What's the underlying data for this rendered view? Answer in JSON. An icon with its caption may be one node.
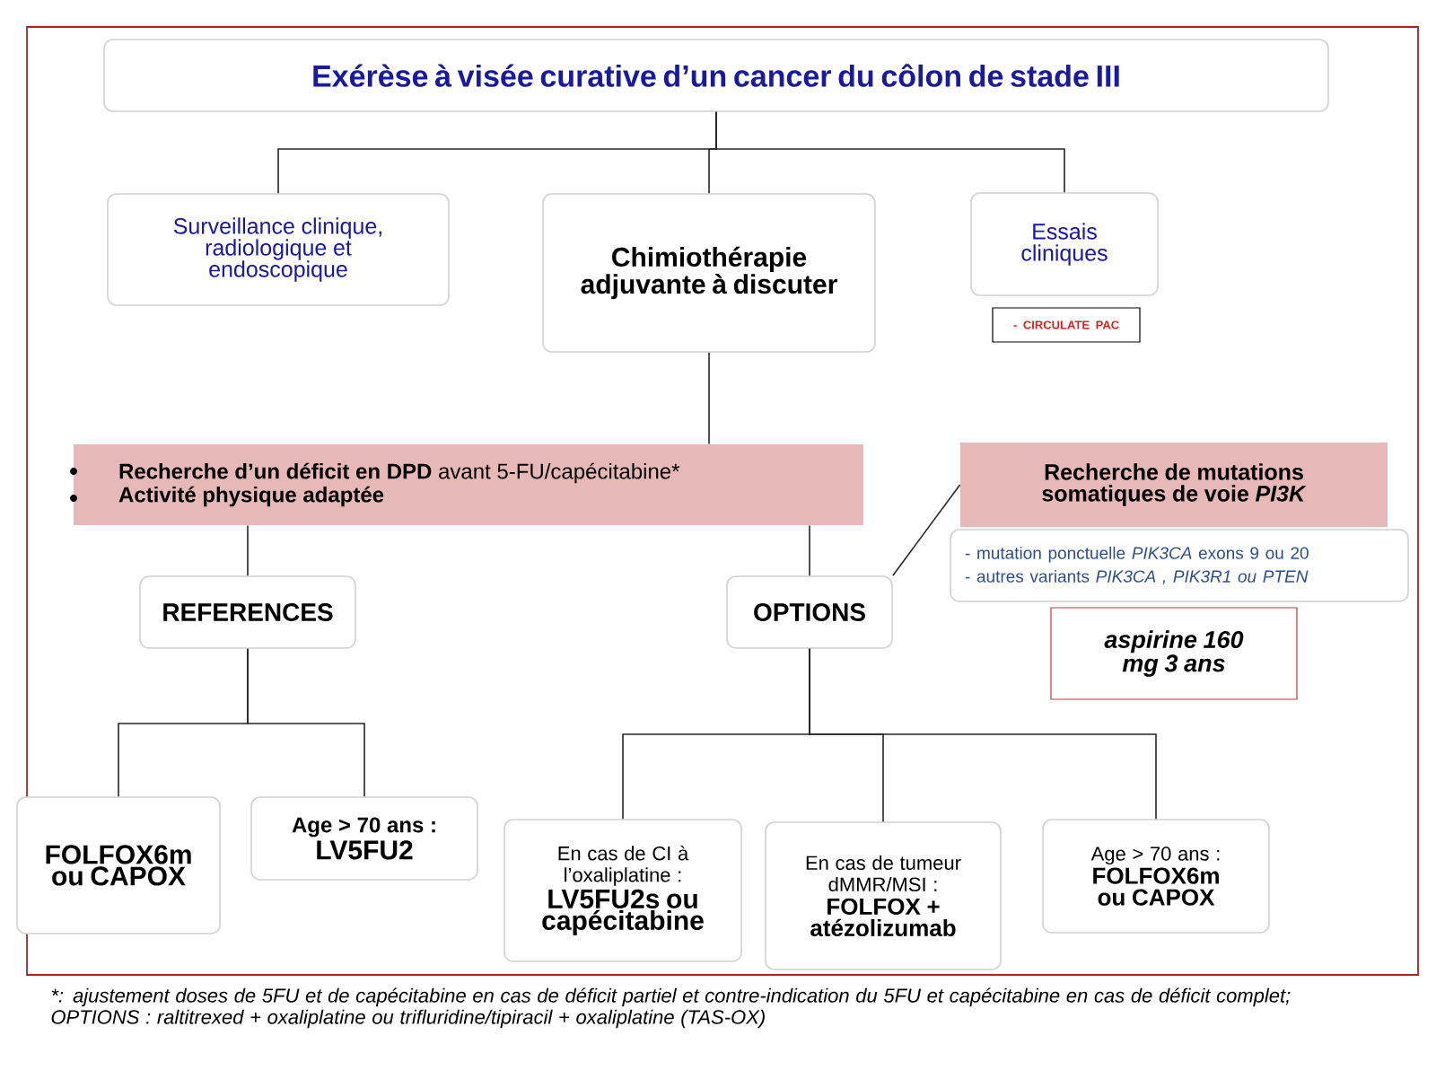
{
  "diagram": {
    "nodes": [
      {
        "text": [
          "Exérèse à visée curative d’un cancer du côlon de stade III"
        ]
      },
      {
        "text": [
          "Surveillance clinique, radiologique et endoscopique"
        ]
      },
      {
        "text": [
          "Chimiothérapie adjuvante à discuter"
        ]
      },
      {
        "text": [
          "Essais cliniques"
        ]
      },
      {
        "text": [
          "- CIRCULATE PAC"
        ]
      },
      {
        "text": [
          "**Recherche d’un déficit en DPD** avant  5-FU/capécitabine*",
          "Activité physique adaptée"
        ]
      },
      {
        "text": [
          "Recherche de mutations somatiques  de voie *PI3K*"
        ]
      },
      {
        "text": [
          "- mutation ponctuelle  *PIK3CA* exons 9 ou 20",
          "- autres variants  *PIK3CA , PIK3R1 ou PTEN*"
        ]
      },
      {
        "text": [
          "aspirine 160 mg 3 ans"
        ]
      },
      {
        "text": [
          "REFERENCES"
        ]
      },
      {
        "text": [
          "OPTIONS"
        ]
      },
      {
        "text": [
          "FOLFOX6m ou CAPOX"
        ]
      },
      {
        "text": [
          "Age > 70 ans :",
          "LV5FU2"
        ]
      },
      {
        "text": [
          "En cas de CI à l’oxaliplatine :",
          "LV5FU2s ou capécitabine"
        ]
      },
      {
        "text": [
          "En cas de tumeur dMMR/MSI :",
          "FOLFOX + atézolizumab"
        ]
      },
      {
        "text": [
          "Age > 70 ans :",
          "FOLFOX6m ou CAPOX"
        ]
      }
    ],
    "edges": [
      {
        "from": 0,
        "to": 1,
        "arrow": "none"
      },
      {
        "from": 0,
        "to": 2,
        "arrow": "none"
      },
      {
        "from": 0,
        "to": 3,
        "arrow": "none"
      },
      {
        "from": 2,
        "to": 5,
        "arrow": "none"
      },
      {
        "from": 5,
        "to": 9,
        "arrow": "none"
      },
      {
        "from": 5,
        "to": 10,
        "arrow": "none"
      },
      {
        "from": 10,
        "to": 6,
        "arrow": "none"
      },
      {
        "from": 9,
        "to": 11,
        "arrow": "none"
      },
      {
        "from": 9,
        "to": 12,
        "arrow": "none"
      },
      {
        "from": 10,
        "to": 13,
        "arrow": "none"
      },
      {
        "from": 10,
        "to": 14,
        "arrow": "none"
      },
      {
        "from": 10,
        "to": 15,
        "arrow": "none"
      }
    ],
    "caption": "*: ajustement doses de 5FU et de capécitabine en cas de déficit partiel et contre-indication du 5FU et capécitabine en cas de déficit complet; OPTIONS :  raltitrexed + oxaliplatine ou trifluridine/tipiracil + oxaliplatine (TAS-OX)"
  }
}
